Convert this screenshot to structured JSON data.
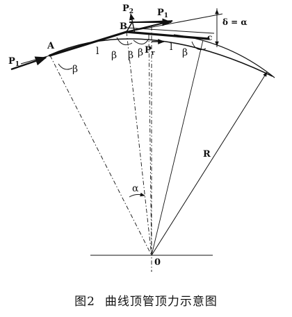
{
  "caption": {
    "figure_no": "图2",
    "title": "曲线顶管顶力示意图"
  },
  "labels": {
    "p1_left": "P",
    "p1_left_sub": "1",
    "p_top_left": "P",
    "p_top_left_sub": "2",
    "p_top_right": "P",
    "p_top_right_sub": "1",
    "p_mid": "P",
    "p_mid_sub": "r",
    "point_a": "A",
    "point_b": "B",
    "length_l_1": "l",
    "length_l_2": "l",
    "beta_1": "β",
    "beta_2": "β",
    "beta_3": "β",
    "beta_4": "β",
    "beta_5": "β",
    "delta_eq": "δ = α",
    "c_label": "c",
    "alpha": "α",
    "radius": "R",
    "origin": "0"
  }
}
